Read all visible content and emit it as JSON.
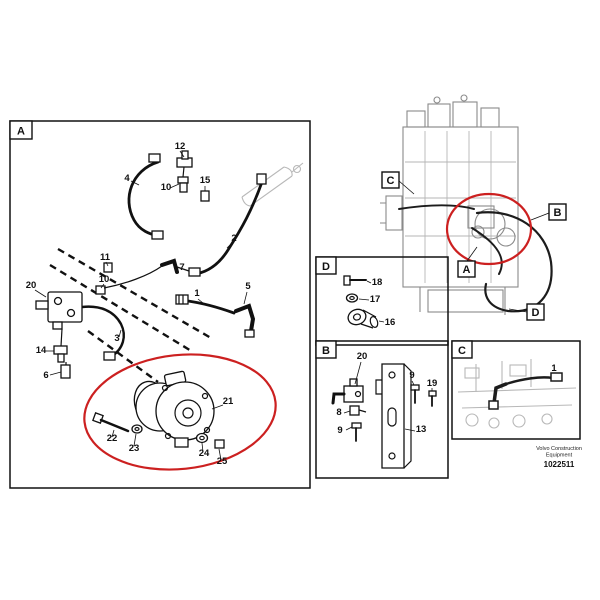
{
  "colors": {
    "highlight": "#cc2020"
  },
  "footer": {
    "publisher_line1": "Volvo Construction",
    "publisher_line2": "Equipment",
    "figure_number": "1022511"
  },
  "panel_main": {
    "label": "A",
    "part_labels": [
      "12",
      "4",
      "10",
      "15",
      "2",
      "11",
      "7",
      "20",
      "10",
      "1",
      "5",
      "3",
      "14",
      "6",
      "21",
      "22",
      "23",
      "24",
      "25"
    ]
  },
  "overview": {
    "callouts": [
      "C",
      "B",
      "A",
      "D"
    ]
  },
  "panel_d": {
    "label": "D",
    "part_labels": [
      "18",
      "17",
      "16"
    ]
  },
  "panel_b": {
    "label": "B",
    "part_labels": [
      "20",
      "9",
      "19",
      "8",
      "9",
      "13"
    ]
  },
  "panel_c": {
    "label": "C",
    "part_labels": [
      "1"
    ]
  }
}
